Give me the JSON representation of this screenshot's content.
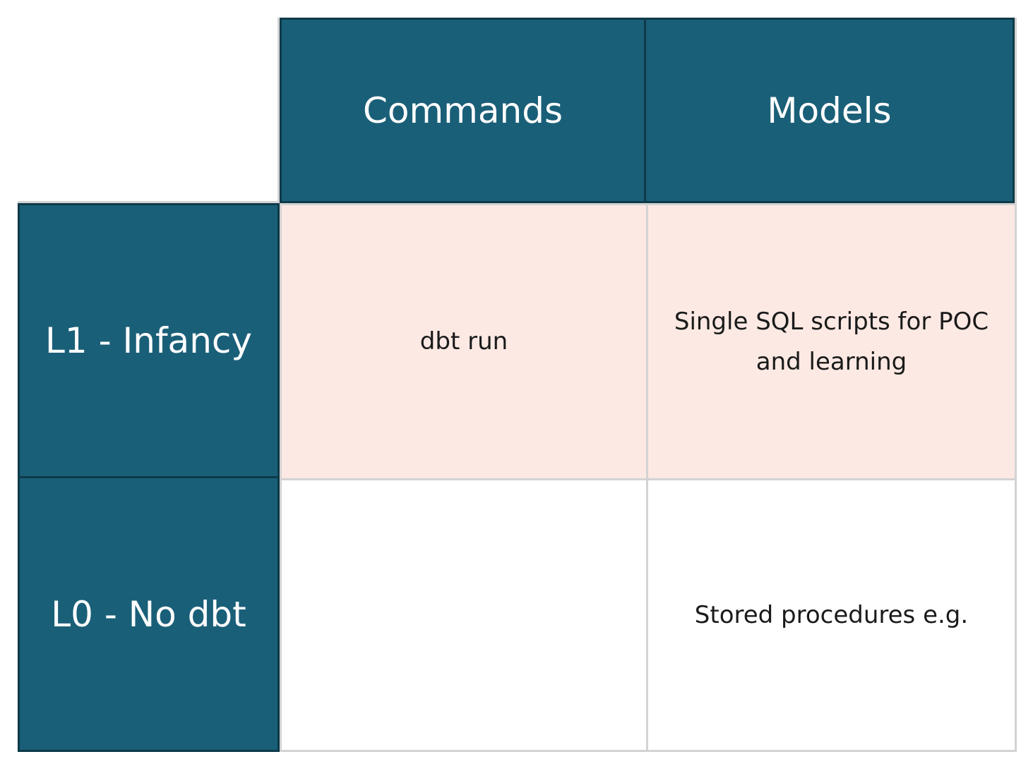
{
  "chart_data": {
    "type": "table",
    "columns": [
      "Commands",
      "Models"
    ],
    "rows": [
      {
        "label": "L1 - Infancy",
        "values": [
          "dbt run",
          "Single SQL scripts for POC and learning"
        ],
        "highlighted": true
      },
      {
        "label": "L0 - No dbt",
        "values": [
          "",
          "Stored procedures e.g."
        ],
        "highlighted": false
      }
    ],
    "layout_hints": {
      "corner_cell": "empty",
      "grid": "light gray lines between body cells",
      "legend": "none",
      "title": ""
    }
  },
  "colors": {
    "header_bg": "#1a5f78",
    "header_border": "#0e3a49",
    "header_text": "#ffffff",
    "highlight_row_bg": "#fce9e4",
    "plain_row_bg": "#ffffff",
    "grid_line": "#d3d3d3",
    "body_text": "#1a1a1a"
  }
}
